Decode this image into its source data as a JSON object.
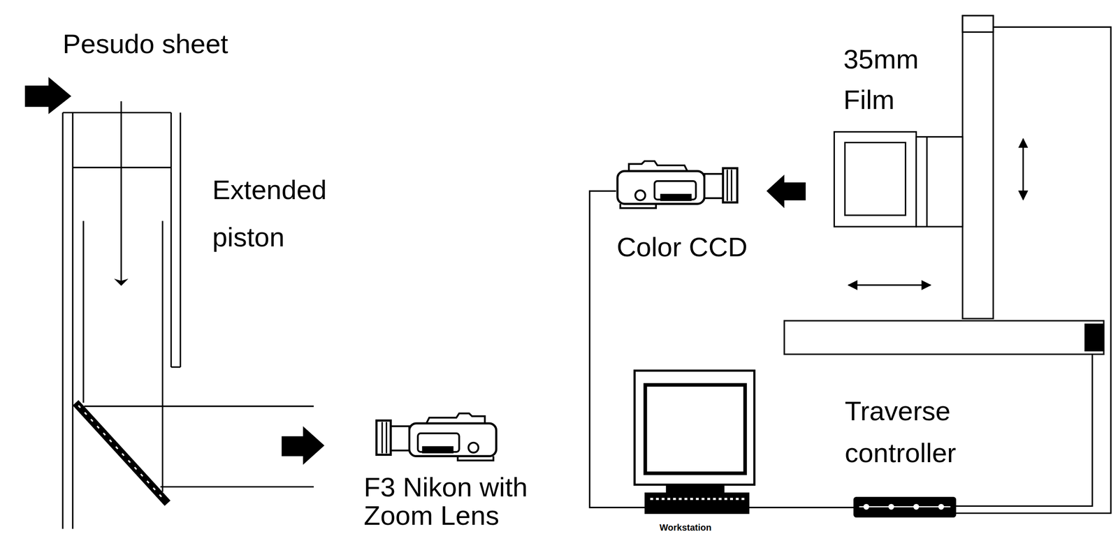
{
  "diagram": {
    "labels": [
      "Pesudo sheet",
      "Extended piston",
      "F3 Nikon with Zoom Lens",
      "35mm Film",
      "Color CCD",
      "Traverse controller",
      "Workstation"
    ]
  }
}
